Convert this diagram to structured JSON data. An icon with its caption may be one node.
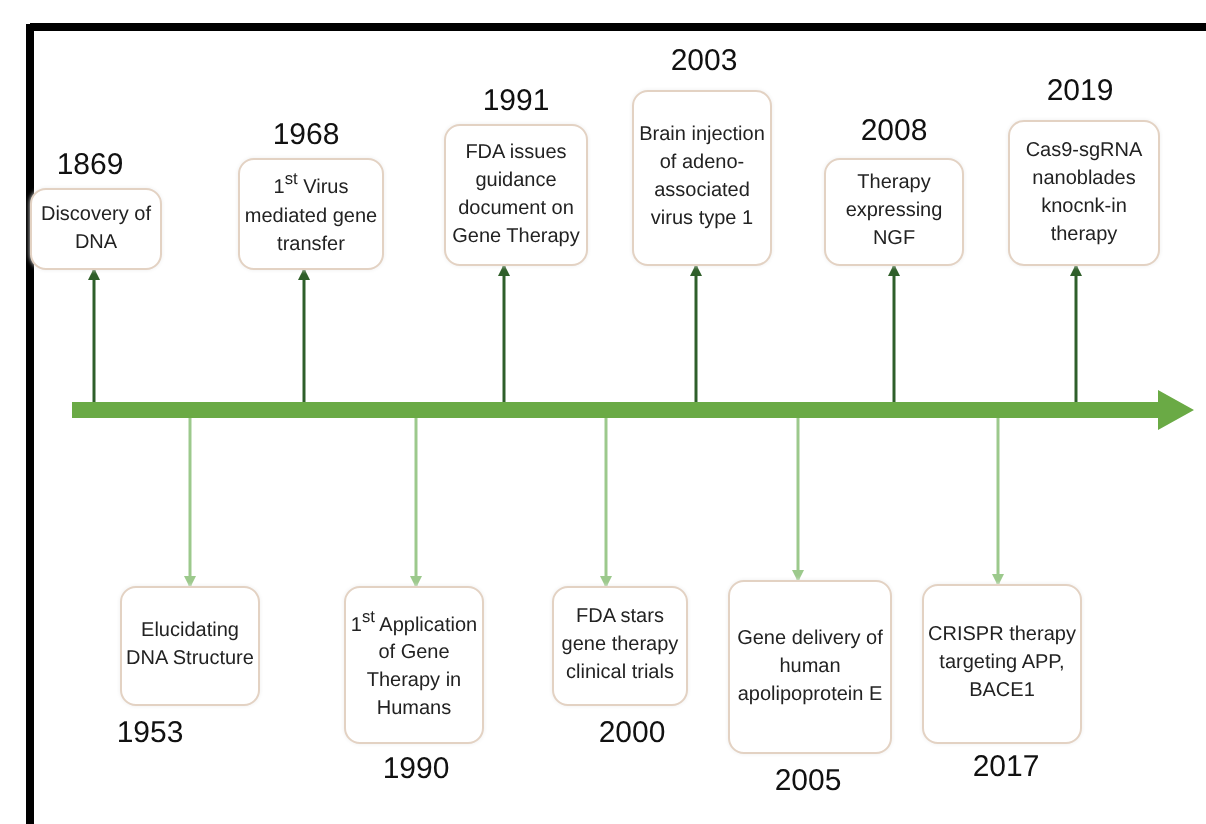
{
  "diagram": {
    "nodes": [
      {
        "text": [
          "Discovery of DNA"
        ],
        "beside": [
          "1869"
        ]
      },
      {
        "text": [
          "1$^{st}$ Virus mediated gene transfer"
        ],
        "beside": [
          "1968"
        ]
      },
      {
        "text": [
          "FDA issues guidance document on Gene Therapy"
        ],
        "beside": [
          "1991"
        ]
      },
      {
        "text": [
          "Brain injection of adeno-associated virus type 1"
        ],
        "beside": [
          "2003"
        ]
      },
      {
        "text": [
          "Therapy expressing NGF"
        ],
        "beside": [
          "2008"
        ]
      },
      {
        "text": [
          "Cas9-sgRNA nanoblades knocnk-in therapy"
        ],
        "beside": [
          "2019"
        ]
      },
      {
        "text": [],
        "shape": "bar"
      },
      {
        "text": [
          "Elucidating DNA Structure"
        ],
        "beside": [
          "1953"
        ]
      },
      {
        "text": [
          "1$^{st}$ Application of Gene Therapy in Humans"
        ],
        "beside": [
          "1990"
        ]
      },
      {
        "text": [
          "FDA stars gene therapy clinical trials"
        ],
        "beside": [
          "2000"
        ]
      },
      {
        "text": [
          "Gene delivery of human apolipoprotein E"
        ],
        "beside": [
          "2005"
        ]
      },
      {
        "text": [
          "CRISPR therapy targeting APP, BACE1"
        ],
        "beside": [
          "2017"
        ]
      }
    ],
    "edges": [
      {
        "from": 6,
        "to": 0,
        "arrow": "to"
      },
      {
        "from": 6,
        "to": 1,
        "arrow": "to"
      },
      {
        "from": 6,
        "to": 2,
        "arrow": "to"
      },
      {
        "from": 6,
        "to": 3,
        "arrow": "to"
      },
      {
        "from": 6,
        "to": 4,
        "arrow": "to"
      },
      {
        "from": 6,
        "to": 5,
        "arrow": "to"
      },
      {
        "from": 6,
        "to": 7,
        "arrow": "to",
        "color": "#9cc98c"
      },
      {
        "from": 6,
        "to": 8,
        "arrow": "to",
        "color": "#9cc98c"
      },
      {
        "from": 6,
        "to": 9,
        "arrow": "to",
        "color": "#9cc98c"
      },
      {
        "from": 6,
        "to": 10,
        "arrow": "to",
        "color": "#9cc98c"
      },
      {
        "from": 6,
        "to": 11,
        "arrow": "to",
        "color": "#9cc98c"
      }
    ]
  }
}
